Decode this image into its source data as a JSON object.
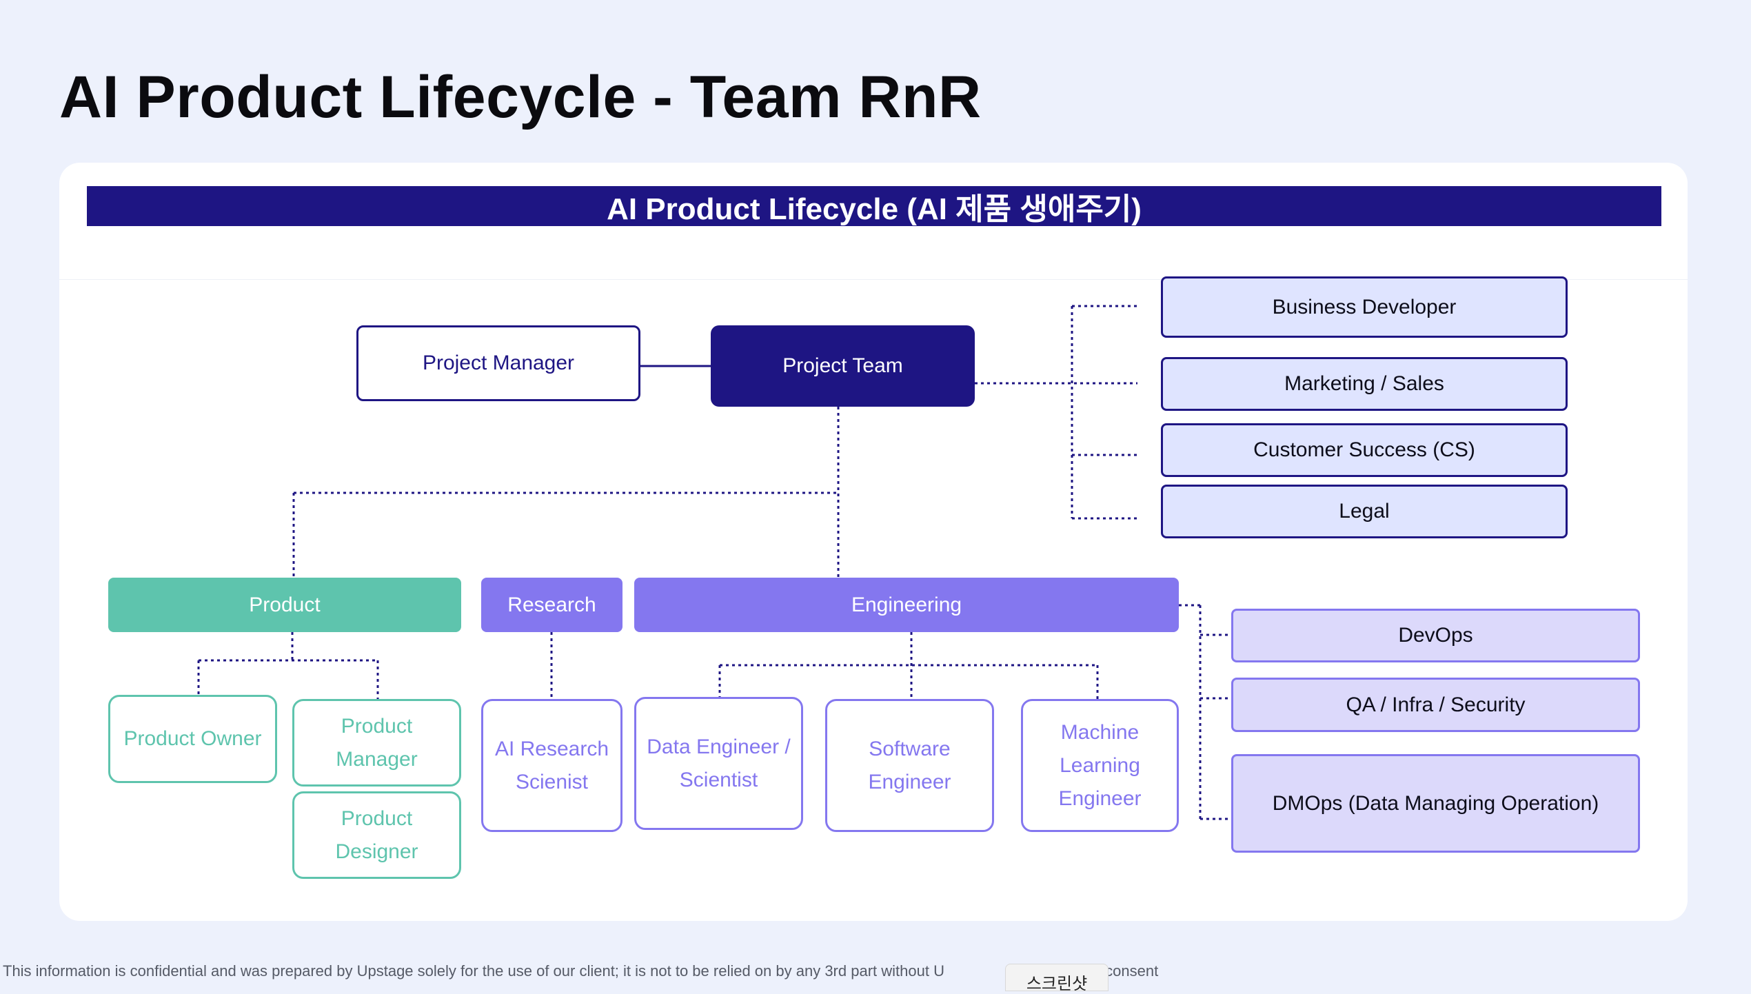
{
  "page": {
    "title": "AI Product Lifecycle - Team RnR",
    "banner": "AI Product Lifecycle (AI 제품 생애주기)",
    "footer": "This information is confidential and was prepared by Upstage solely for the use of our client; it is not to be relied on by any 3rd part without U",
    "footer_tail": "written consent",
    "tab_label": "스크린샷"
  },
  "org": {
    "project_manager": "Project Manager",
    "project_team": "Project Team",
    "business_roles": [
      "Business Developer",
      "Marketing / Sales",
      "Customer Success (CS)",
      "Legal"
    ],
    "product": {
      "label": "Product",
      "roles": [
        "Product Owner",
        "Product Manager",
        "Product Designer"
      ]
    },
    "research": {
      "label": "Research",
      "roles": [
        "AI Research Scienist"
      ]
    },
    "engineering": {
      "label": "Engineering",
      "roles": [
        "Data Engineer / Scientist",
        "Software Engineer",
        "Machine Learning Engineer"
      ]
    },
    "ops_roles": [
      "DevOps",
      "QA / Infra / Security",
      "DMOps (Data Managing Operation)"
    ]
  },
  "colors": {
    "navy": "#1e1583",
    "teal": "#5ec4ad",
    "purple": "#8477ef",
    "light_blue": "#dfe4ff",
    "light_purple": "#dcd9fb",
    "background": "#edf1fc"
  }
}
